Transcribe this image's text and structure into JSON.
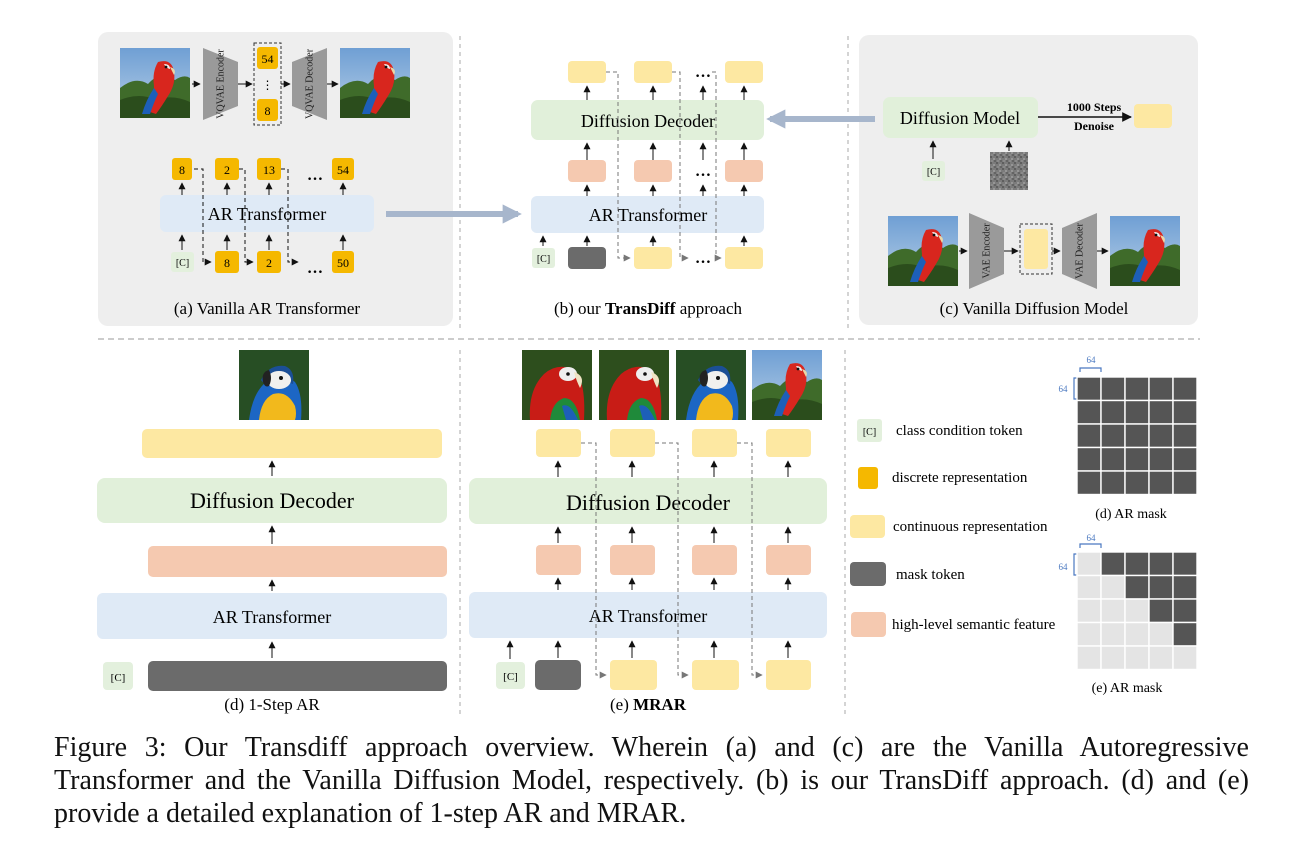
{
  "colors": {
    "panel_bg": "#eeeeee",
    "ar_blue": "#dfeaf6",
    "diffusion_green": "#e1f0da",
    "continuous_yellow": "#fde8a2",
    "discrete_orange": "#f5b800",
    "semantic_salmon": "#f5c9b0",
    "mask_gray": "#6b6b6b",
    "class_green": "#e3f0dd",
    "arrow_gray": "#a7b6cc",
    "dim_blue": "#4a78c0"
  },
  "panel_a": {
    "caption": "(a) Vanilla AR Transformer",
    "vqvae_encoder": "VQVAE Encoder",
    "vqvae_decoder": "VQVAE Decoder",
    "code_top": "54",
    "code_ellipsis": "⋮",
    "code_bottom": "8",
    "ar_label": "AR Transformer",
    "outputs": [
      "8",
      "2",
      "13",
      "…",
      "54"
    ],
    "inputs": [
      "[C]",
      "8",
      "2",
      "…",
      "50"
    ]
  },
  "panel_b": {
    "caption_prefix": "(b) our ",
    "caption_bold": "TransDiff",
    "caption_suffix": " approach",
    "decoder_label": "Diffusion Decoder",
    "ar_label": "AR Transformer",
    "class_token": "[C]",
    "ellipsis": "…"
  },
  "panel_c": {
    "caption": "(c) Vanilla Diffusion Model",
    "model_label": "Diffusion Model",
    "steps_line1": "1000 Steps",
    "steps_line2": "Denoise",
    "class_token": "[C]",
    "vae_encoder": "VAE Encoder",
    "vae_decoder": "VAE Decoder"
  },
  "panel_d": {
    "caption": "(d) 1-Step AR",
    "decoder_label": "Diffusion Decoder",
    "ar_label": "AR Transformer",
    "class_token": "[C]"
  },
  "panel_e": {
    "caption_prefix": "(e) ",
    "caption_bold": "MRAR",
    "decoder_label": "Diffusion Decoder",
    "ar_label": "AR Transformer",
    "class_token": "[C]"
  },
  "legend": [
    {
      "key": "class",
      "label": "class condition token",
      "token": "[C]"
    },
    {
      "key": "discrete",
      "label": "discrete representation"
    },
    {
      "key": "continuous",
      "label": "continuous representation"
    },
    {
      "key": "mask",
      "label": "mask token"
    },
    {
      "key": "semantic",
      "label": "high-level semantic feature"
    }
  ],
  "mask_d": {
    "caption": "(d) AR mask",
    "dim_w": "64",
    "dim_h": "64"
  },
  "mask_e": {
    "caption": "(e) AR mask",
    "dim_w": "64",
    "dim_h": "64"
  },
  "caption": "Figure 3: Our Transdiff approach overview. Wherein (a) and (c) are the Vanilla Autoregressive Transformer and the Vanilla Diffusion Model, respectively. (b) is our TransDiff approach. (d) and (e) provide a detailed explanation of 1-step AR and MRAR."
}
